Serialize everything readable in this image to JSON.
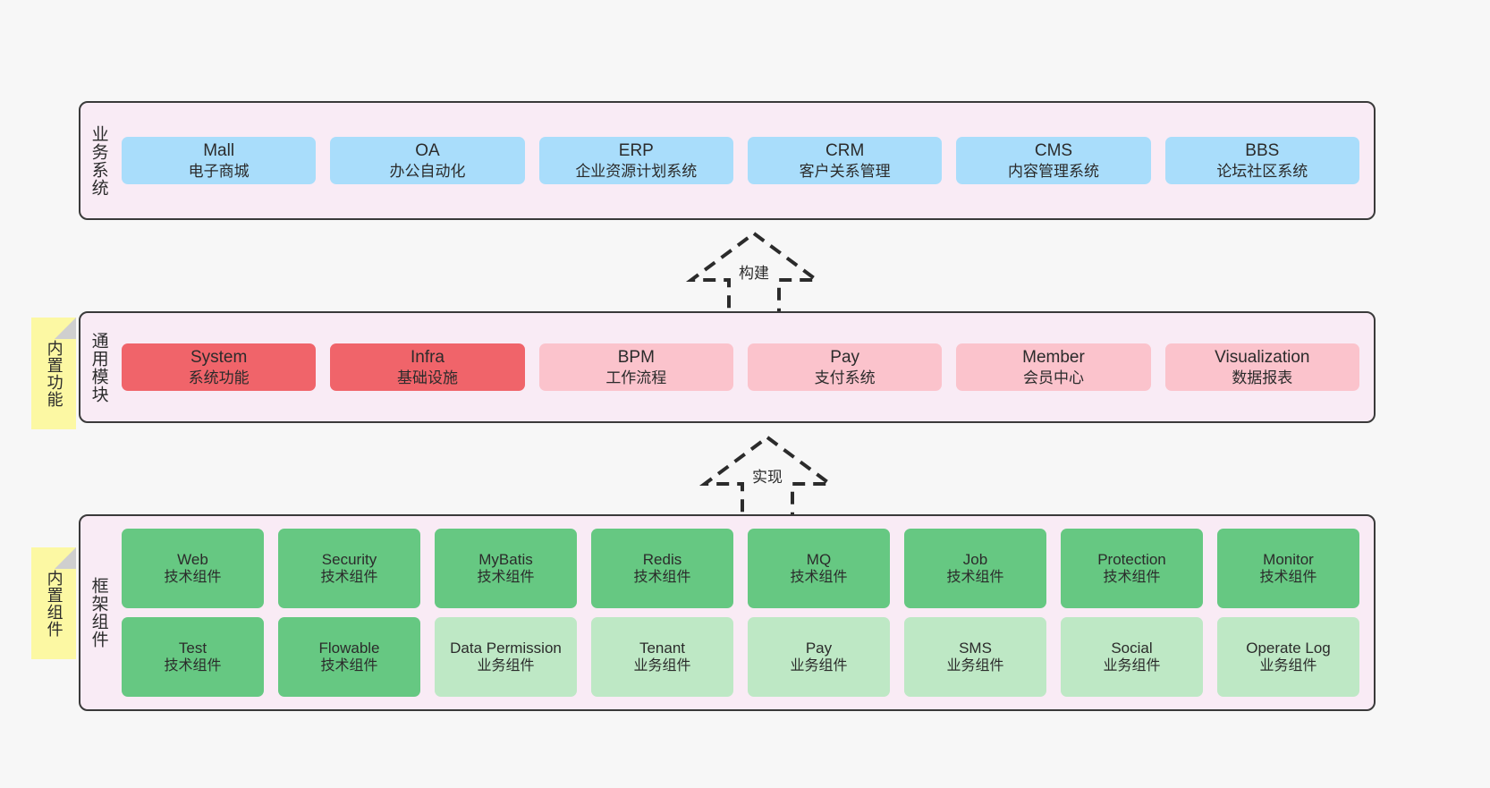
{
  "diagram": {
    "title": "",
    "background": "#f7f7f7",
    "container_fill": "#f9ebf5",
    "container_border": "#3a3a3a"
  },
  "sections": [
    {
      "key": "business",
      "label": "业务系统",
      "nodes": [
        {
          "en": "Mall",
          "cn": "电子商城",
          "color": "#a9ddfb",
          "variant": "c-blue"
        },
        {
          "en": "OA",
          "cn": "办公自动化",
          "color": "#a9ddfb",
          "variant": "c-blue"
        },
        {
          "en": "ERP",
          "cn": "企业资源计划系统",
          "color": "#a9ddfb",
          "variant": "c-blue"
        },
        {
          "en": "CRM",
          "cn": "客户关系管理",
          "color": "#a9ddfb",
          "variant": "c-blue"
        },
        {
          "en": "CMS",
          "cn": "内容管理系统",
          "color": "#a9ddfb",
          "variant": "c-blue"
        },
        {
          "en": "BBS",
          "cn": "论坛社区系统",
          "color": "#a9ddfb",
          "variant": "c-blue"
        }
      ]
    },
    {
      "key": "common",
      "label": "通用模块",
      "sticky": "内置功能",
      "nodes": [
        {
          "en": "System",
          "cn": "系统功能",
          "color": "#f0646a",
          "variant": "c-red"
        },
        {
          "en": "Infra",
          "cn": "基础设施",
          "color": "#f0646a",
          "variant": "c-red"
        },
        {
          "en": "BPM",
          "cn": "工作流程",
          "color": "#fbc3cc",
          "variant": "c-pink"
        },
        {
          "en": "Pay",
          "cn": "支付系统",
          "color": "#fbc3cc",
          "variant": "c-pink"
        },
        {
          "en": "Member",
          "cn": "会员中心",
          "color": "#fbc3cc",
          "variant": "c-pink"
        },
        {
          "en": "Visualization",
          "cn": "数据报表",
          "color": "#fbc3cc",
          "variant": "c-pink"
        }
      ]
    },
    {
      "key": "framework",
      "label": "框架组件",
      "sticky": "内置组件",
      "nodes": [
        {
          "en": "Web",
          "cn": "技术组件",
          "color": "#66c882",
          "variant": "c-green"
        },
        {
          "en": "Security",
          "cn": "技术组件",
          "color": "#66c882",
          "variant": "c-green"
        },
        {
          "en": "MyBatis",
          "cn": "技术组件",
          "color": "#66c882",
          "variant": "c-green"
        },
        {
          "en": "Redis",
          "cn": "技术组件",
          "color": "#66c882",
          "variant": "c-green"
        },
        {
          "en": "MQ",
          "cn": "技术组件",
          "color": "#66c882",
          "variant": "c-green"
        },
        {
          "en": "Job",
          "cn": "技术组件",
          "color": "#66c882",
          "variant": "c-green"
        },
        {
          "en": "Protection",
          "cn": "技术组件",
          "color": "#66c882",
          "variant": "c-green"
        },
        {
          "en": "Monitor",
          "cn": "技术组件",
          "color": "#66c882",
          "variant": "c-green"
        },
        {
          "en": "Test",
          "cn": "技术组件",
          "color": "#66c882",
          "variant": "c-green"
        },
        {
          "en": "Flowable",
          "cn": "技术组件",
          "color": "#66c882",
          "variant": "c-green"
        },
        {
          "en": "Data Permission",
          "cn": "业务组件",
          "color": "#bee8c5",
          "variant": "c-lightgreen"
        },
        {
          "en": "Tenant",
          "cn": "业务组件",
          "color": "#bee8c5",
          "variant": "c-lightgreen"
        },
        {
          "en": "Pay",
          "cn": "业务组件",
          "color": "#bee8c5",
          "variant": "c-lightgreen"
        },
        {
          "en": "SMS",
          "cn": "业务组件",
          "color": "#bee8c5",
          "variant": "c-lightgreen"
        },
        {
          "en": "Social",
          "cn": "业务组件",
          "color": "#bee8c5",
          "variant": "c-lightgreen"
        },
        {
          "en": "Operate Log",
          "cn": "业务组件",
          "color": "#bee8c5",
          "variant": "c-lightgreen"
        }
      ]
    }
  ],
  "arrows": [
    {
      "key": "build",
      "label": "构建",
      "style": "dashed-hollow-up",
      "from": "通用模块",
      "to": "业务系统"
    },
    {
      "key": "impl",
      "label": "实现",
      "style": "dashed-hollow-up",
      "from": "框架组件",
      "to": "通用模块"
    }
  ]
}
